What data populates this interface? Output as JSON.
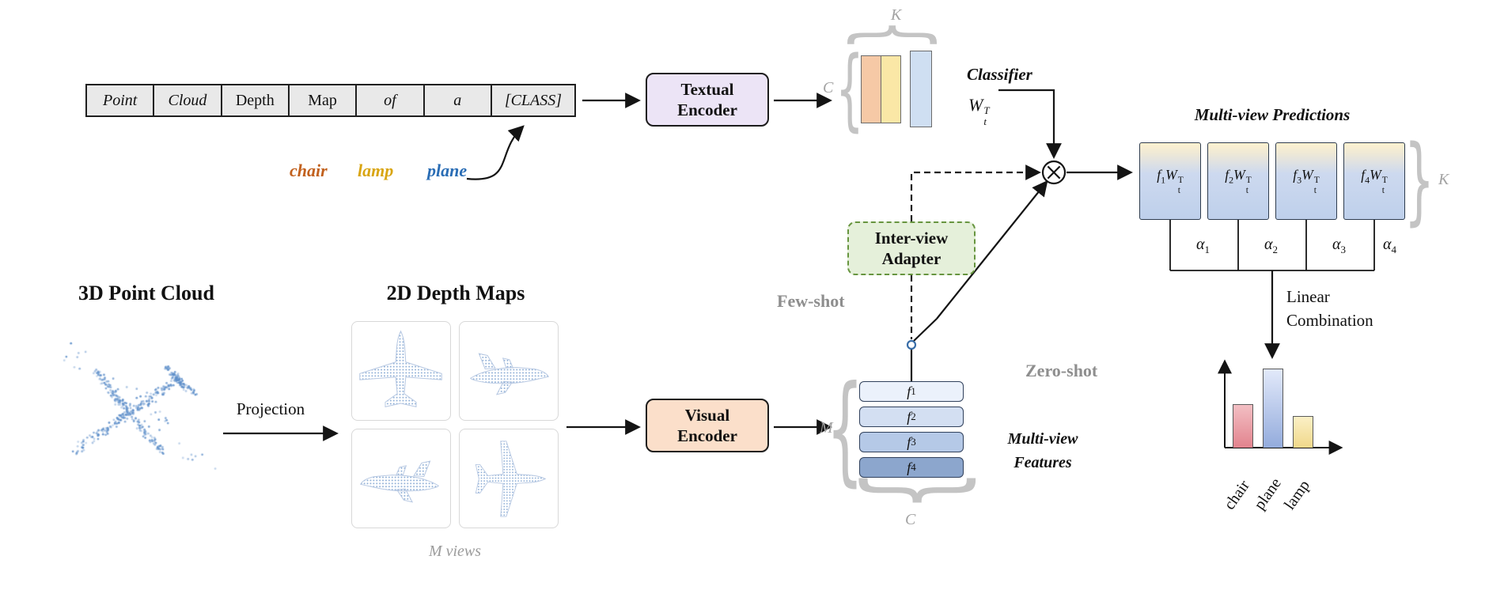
{
  "prompt": {
    "cells": [
      "Point",
      "Cloud",
      "Depth",
      "Map",
      "of",
      "a",
      "[CLASS]"
    ]
  },
  "class_words": [
    {
      "label": "chair",
      "color": "#c2611e"
    },
    {
      "label": "lamp",
      "color": "#d9a512"
    },
    {
      "label": "plane",
      "color": "#2a6db5"
    }
  ],
  "encoders": {
    "textual": "Textual Encoder",
    "visual": "Visual Encoder"
  },
  "adapter": {
    "label": "Inter-view Adapter"
  },
  "modes": {
    "few_shot": "Few-shot",
    "zero_shot": "Zero-shot"
  },
  "classifier": {
    "label": "Classifier",
    "weight": {
      "base": "W",
      "sub": "t",
      "sup": "T"
    }
  },
  "dims": {
    "K": "K",
    "C": "C",
    "M": "M"
  },
  "sections": {
    "point_cloud_heading": "3D Point Cloud",
    "depth_maps_heading": "2D Depth Maps",
    "projection_label": "Projection",
    "m_views_caption": "M views"
  },
  "features": {
    "items": [
      {
        "base": "f",
        "sub": "1"
      },
      {
        "base": "f",
        "sub": "2"
      },
      {
        "base": "f",
        "sub": "3"
      },
      {
        "base": "f",
        "sub": "4"
      }
    ],
    "caption_line1": "Multi-view",
    "caption_line2": "Features"
  },
  "predictions": {
    "title": "Multi-view Predictions",
    "items": [
      {
        "f": "f",
        "fsub": "1",
        "w": "W",
        "wsub": "t",
        "wsup": "T",
        "alpha": "α",
        "alphasub": "1"
      },
      {
        "f": "f",
        "fsub": "2",
        "w": "W",
        "wsub": "t",
        "wsup": "T",
        "alpha": "α",
        "alphasub": "2"
      },
      {
        "f": "f",
        "fsub": "3",
        "w": "W",
        "wsub": "t",
        "wsup": "T",
        "alpha": "α",
        "alphasub": "3"
      },
      {
        "f": "f",
        "fsub": "4",
        "w": "W",
        "wsub": "t",
        "wsup": "T",
        "alpha": "α",
        "alphasub": "4"
      }
    ],
    "combine_line1": "Linear",
    "combine_line2": "Combination"
  },
  "glyphs": {
    "brace_open": "{",
    "brace_close": "}"
  },
  "chart_data": {
    "type": "bar",
    "categories": [
      "chair",
      "plane",
      "lamp"
    ],
    "values": [
      0.55,
      1.0,
      0.4
    ],
    "colors": [
      [
        "#f3bfc4",
        "#e2838e"
      ],
      [
        "#e2e9fa",
        "#93abdc"
      ],
      [
        "#fbf0c6",
        "#f0d88a"
      ]
    ],
    "title": "",
    "xlabel": "",
    "ylabel": "",
    "ylim": [
      0,
      1
    ],
    "legend": false
  }
}
